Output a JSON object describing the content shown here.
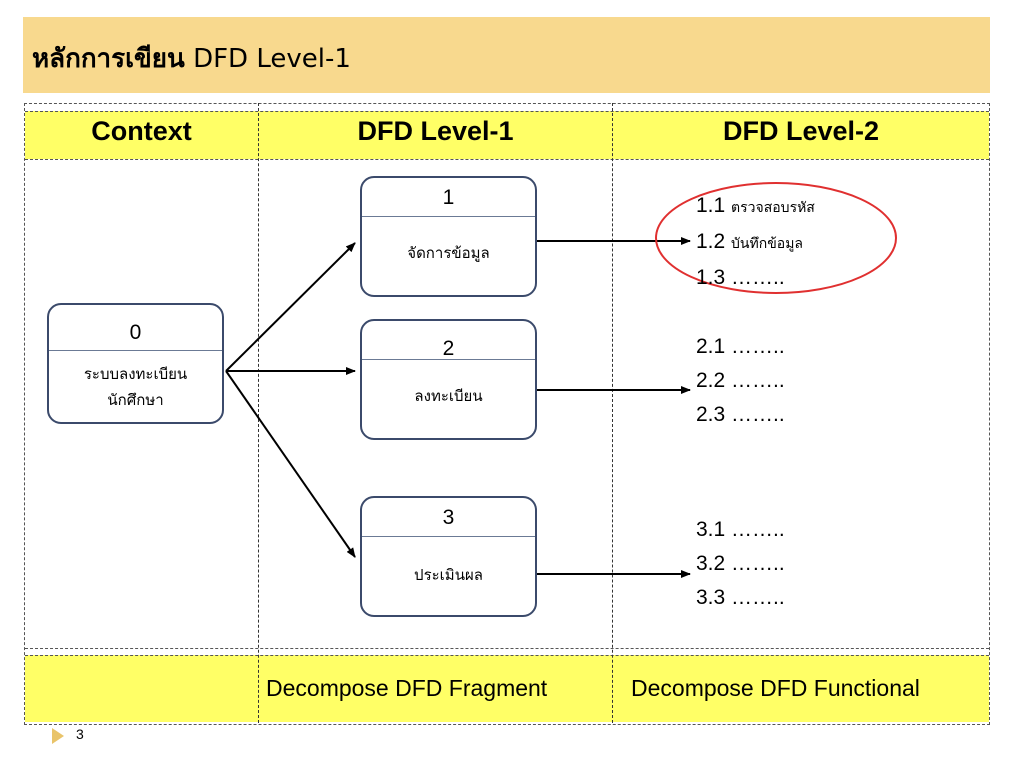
{
  "title": {
    "thai": "หลักการเขียน",
    "latin": "DFD Level-1"
  },
  "columns": {
    "context": "Context",
    "level1": "DFD Level-1",
    "level2": "DFD Level-2"
  },
  "context_process": {
    "number": "0",
    "label_line1": "ระบบลงทะเบียน",
    "label_line2": "นักศึกษา"
  },
  "level1_processes": [
    {
      "number": "1",
      "label": "จัดการข้อมูล"
    },
    {
      "number": "2",
      "label": "ลงทะเบียน"
    },
    {
      "number": "3",
      "label": "ประเมินผล"
    }
  ],
  "level2": {
    "group1": [
      {
        "num": "1.1",
        "text": "ตรวจสอบรหัส"
      },
      {
        "num": "1.2",
        "text": "บันทึกข้อมูล"
      },
      {
        "num": "1.3",
        "text": "…….."
      }
    ],
    "group2": [
      {
        "num": "2.1",
        "text": "…….."
      },
      {
        "num": "2.2",
        "text": "…….."
      },
      {
        "num": "2.3",
        "text": "…….."
      }
    ],
    "group3": [
      {
        "num": "3.1",
        "text": "…….."
      },
      {
        "num": "3.2",
        "text": "…….."
      },
      {
        "num": "3.3",
        "text": "…….."
      }
    ]
  },
  "footer": {
    "level1": "Decompose DFD Fragment",
    "level2": "Decompose DFD Functional"
  },
  "page_number": "3",
  "colors": {
    "title_bar": "#f8d98e",
    "header_band": "#ffff66",
    "highlight_ellipse": "#e03030",
    "box_border": "#3b4a6b"
  }
}
